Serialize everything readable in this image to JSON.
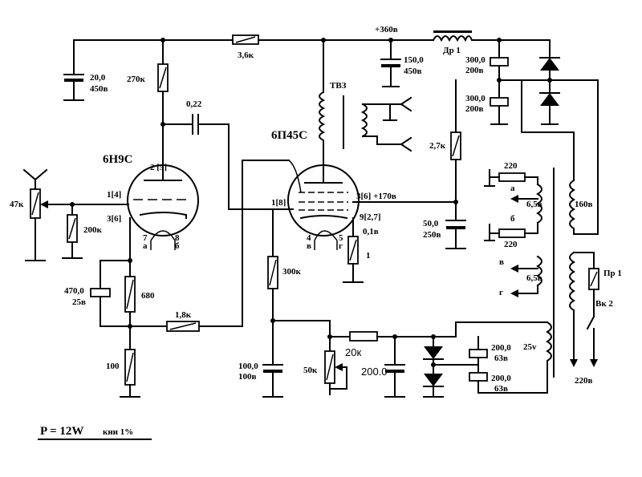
{
  "labels": {
    "c1_value": "20,0",
    "c1_voltage": "450в",
    "r_3k6": "3,6к",
    "supply_360": "+360в",
    "c150_value": "150,0",
    "c150_voltage": "450в",
    "choke": "Др 1",
    "c300_value": "300,0",
    "c300_voltage": "200в",
    "r_270k": "270к",
    "c_coupling": "0,22",
    "tube1": "6Н9С",
    "pin_2_5": "2 [5]",
    "pin_1_4": "1[4]",
    "pin_3_6": "3[6]",
    "pin_7": "7",
    "pin_a": "а",
    "pin_8": "8",
    "pin_b": "б",
    "r_47k": "47к",
    "r_200k": "200к",
    "c470_value": "470,0",
    "c470_voltage": "25в",
    "r_680": "680",
    "r_100": "100",
    "r_1k8": "1,8к",
    "tube2": "6П45С",
    "pin_1_8": "1[8]",
    "pin_3_6_170": "3[6] +170в",
    "pin_9_2_7": "9[2,7]",
    "v_01": "0,1в",
    "pin_4": "4",
    "pin_v": "в",
    "pin_5": "5",
    "pin_g": "г",
    "transformer": "ТВЗ",
    "r_2k7": "2,7к",
    "c50_value": "50,0",
    "c50_voltage": "250в",
    "r_1": "1",
    "r_300k": "300к",
    "c100_value": "100,0",
    "c100_voltage": "100в",
    "r_50k": "50к",
    "r_20k": "20к",
    "c200_left": "200.0",
    "c200_value": "200,0",
    "c200_voltage": "63в",
    "w_25v": "25v",
    "r_220": "220",
    "tap_a": "а",
    "tap_b": "б",
    "tap_v": "в",
    "tap_g": "г",
    "v_65": "6,5в",
    "w_160v": "160в",
    "fuse": "Пр 1",
    "switch": "Вк 2",
    "mains": "220в",
    "power": "P = 12W",
    "thd": "кни 1%"
  }
}
